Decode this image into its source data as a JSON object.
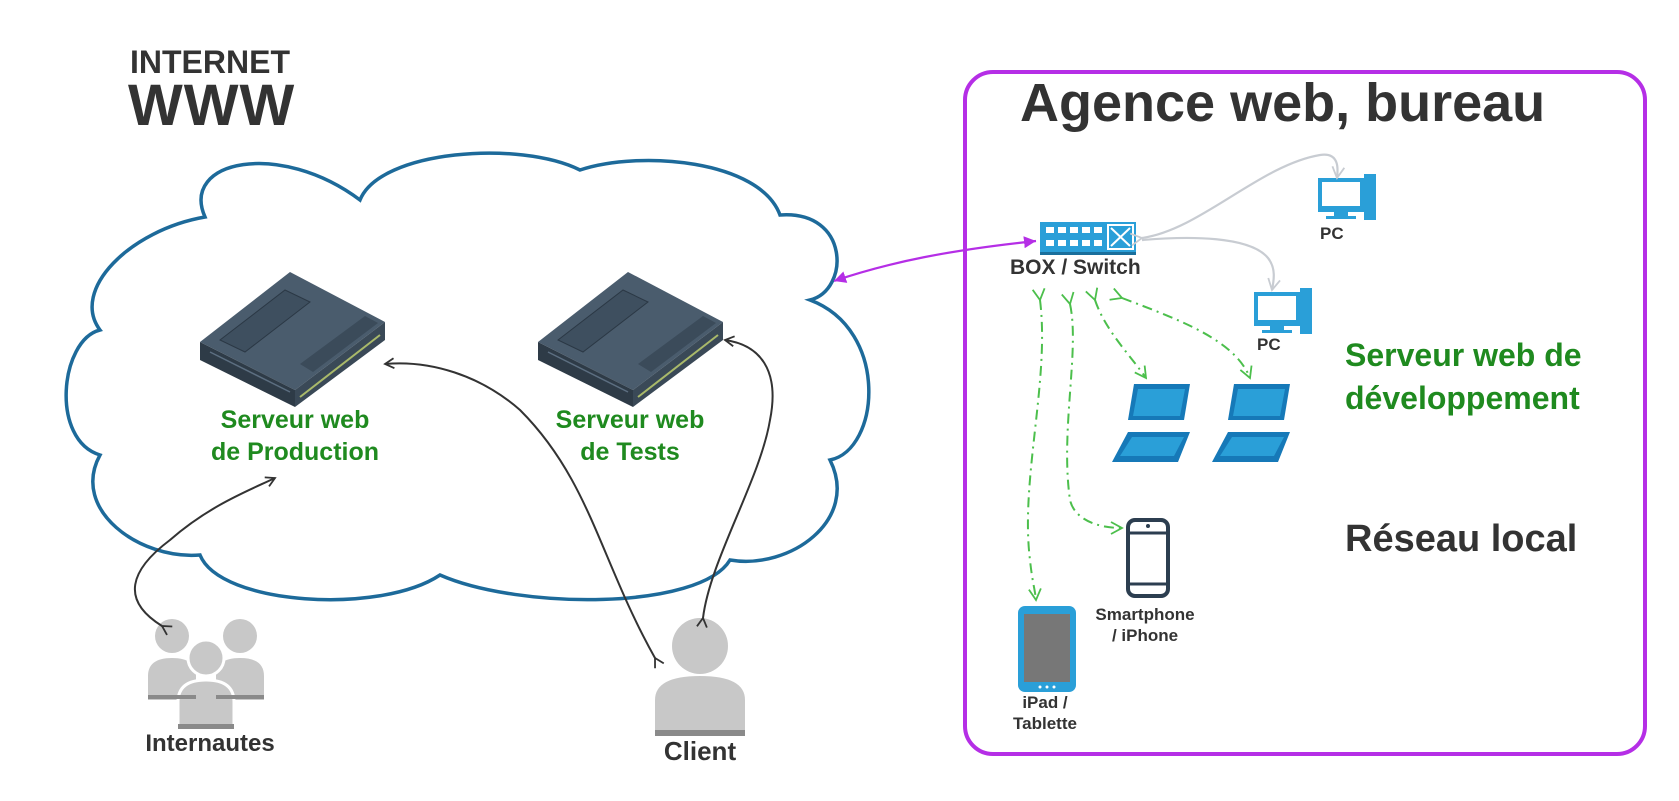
{
  "internet": {
    "line1": "INTERNET",
    "line2": "WWW"
  },
  "servers": {
    "production": {
      "line1": "Serveur web",
      "line2": "de Production"
    },
    "tests": {
      "line1": "Serveur web",
      "line2": "de Tests"
    }
  },
  "office": {
    "title": "Agence web, bureau",
    "dev_line1": "Serveur web de",
    "dev_line2": "développement",
    "network": "Réseau local"
  },
  "devices": {
    "box": "BOX / Switch",
    "pc1": "PC",
    "pc2": "PC",
    "smartphone_line1": "Smartphone",
    "smartphone_line2": "/ iPhone",
    "ipad_line1": "iPad /",
    "ipad_line2": "Tablette"
  },
  "people": {
    "internautes": "Internautes",
    "client": "Client"
  },
  "colors": {
    "cloud": "#1d6a9a",
    "office_border": "#b52ee6",
    "green_text": "#1f8a1f",
    "wifi_link": "#4cbf4c",
    "lan_link": "#c8ccd2",
    "device_blue": "#2a9fd8",
    "server": "#3d4d5c",
    "person": "#c8c8c8"
  }
}
